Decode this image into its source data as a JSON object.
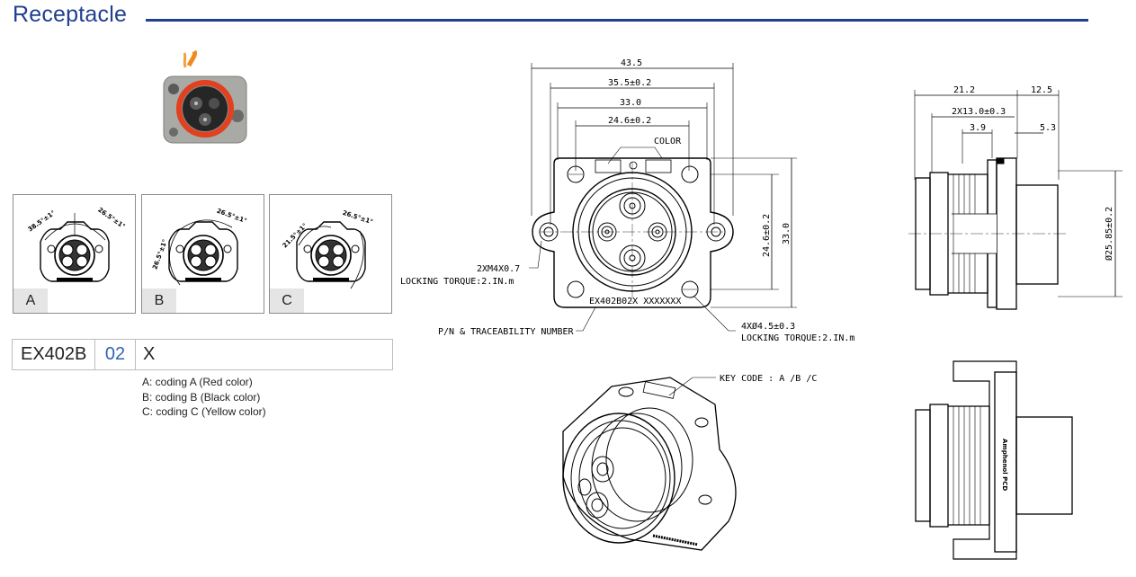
{
  "header": {
    "title": "Receptacle"
  },
  "coding_panels": [
    {
      "label": "A",
      "angle_left": "38.5°±1°",
      "angle_right": "26.5°±1°"
    },
    {
      "label": "B",
      "angle_left": "26.5°±1°",
      "angle_right": "26.5°±1°"
    },
    {
      "label": "C",
      "angle_left": "21.5°±1°",
      "angle_right": "26.5°±1°"
    }
  ],
  "part_number": {
    "base": "EX402B",
    "contacts": "02",
    "coding": "X"
  },
  "coding_options": [
    "A: coding A (Red color)",
    "B: coding B (Black color)",
    "C: coding C (Yellow color)"
  ],
  "front_view": {
    "dim_43_5": "43.5",
    "dim_35_5": "35.5±0.2",
    "dim_33_0": "33.0",
    "dim_24_6": "24.6±0.2",
    "color_label": "COLOR",
    "dim_v_24_6": "24.6±0.2",
    "dim_v_33_0": "33.0",
    "screw_note": "2XM4X0.7",
    "screw_torque": "LOCKING TORQUE:2.IN.m",
    "marking_text": "EX402B02X XXXXXXX",
    "pn_note": "P/N & TRACEABILITY NUMBER",
    "hole_note": "4XØ4.5±0.3",
    "hole_torque": "LOCKING TORQUE:2.IN.m"
  },
  "iso_view": {
    "key_code": "KEY CODE : A /B /C"
  },
  "side_view": {
    "dim_21_2": "21.2",
    "dim_12_5": "12.5",
    "dim_13_0": "2X13.0±0.3",
    "dim_3_9": "3.9",
    "dim_5_3": "5.3",
    "dim_diameter": "Ø25.85±0.2"
  },
  "side_view_lower": {
    "logo_text": "Amphenol PCD"
  }
}
